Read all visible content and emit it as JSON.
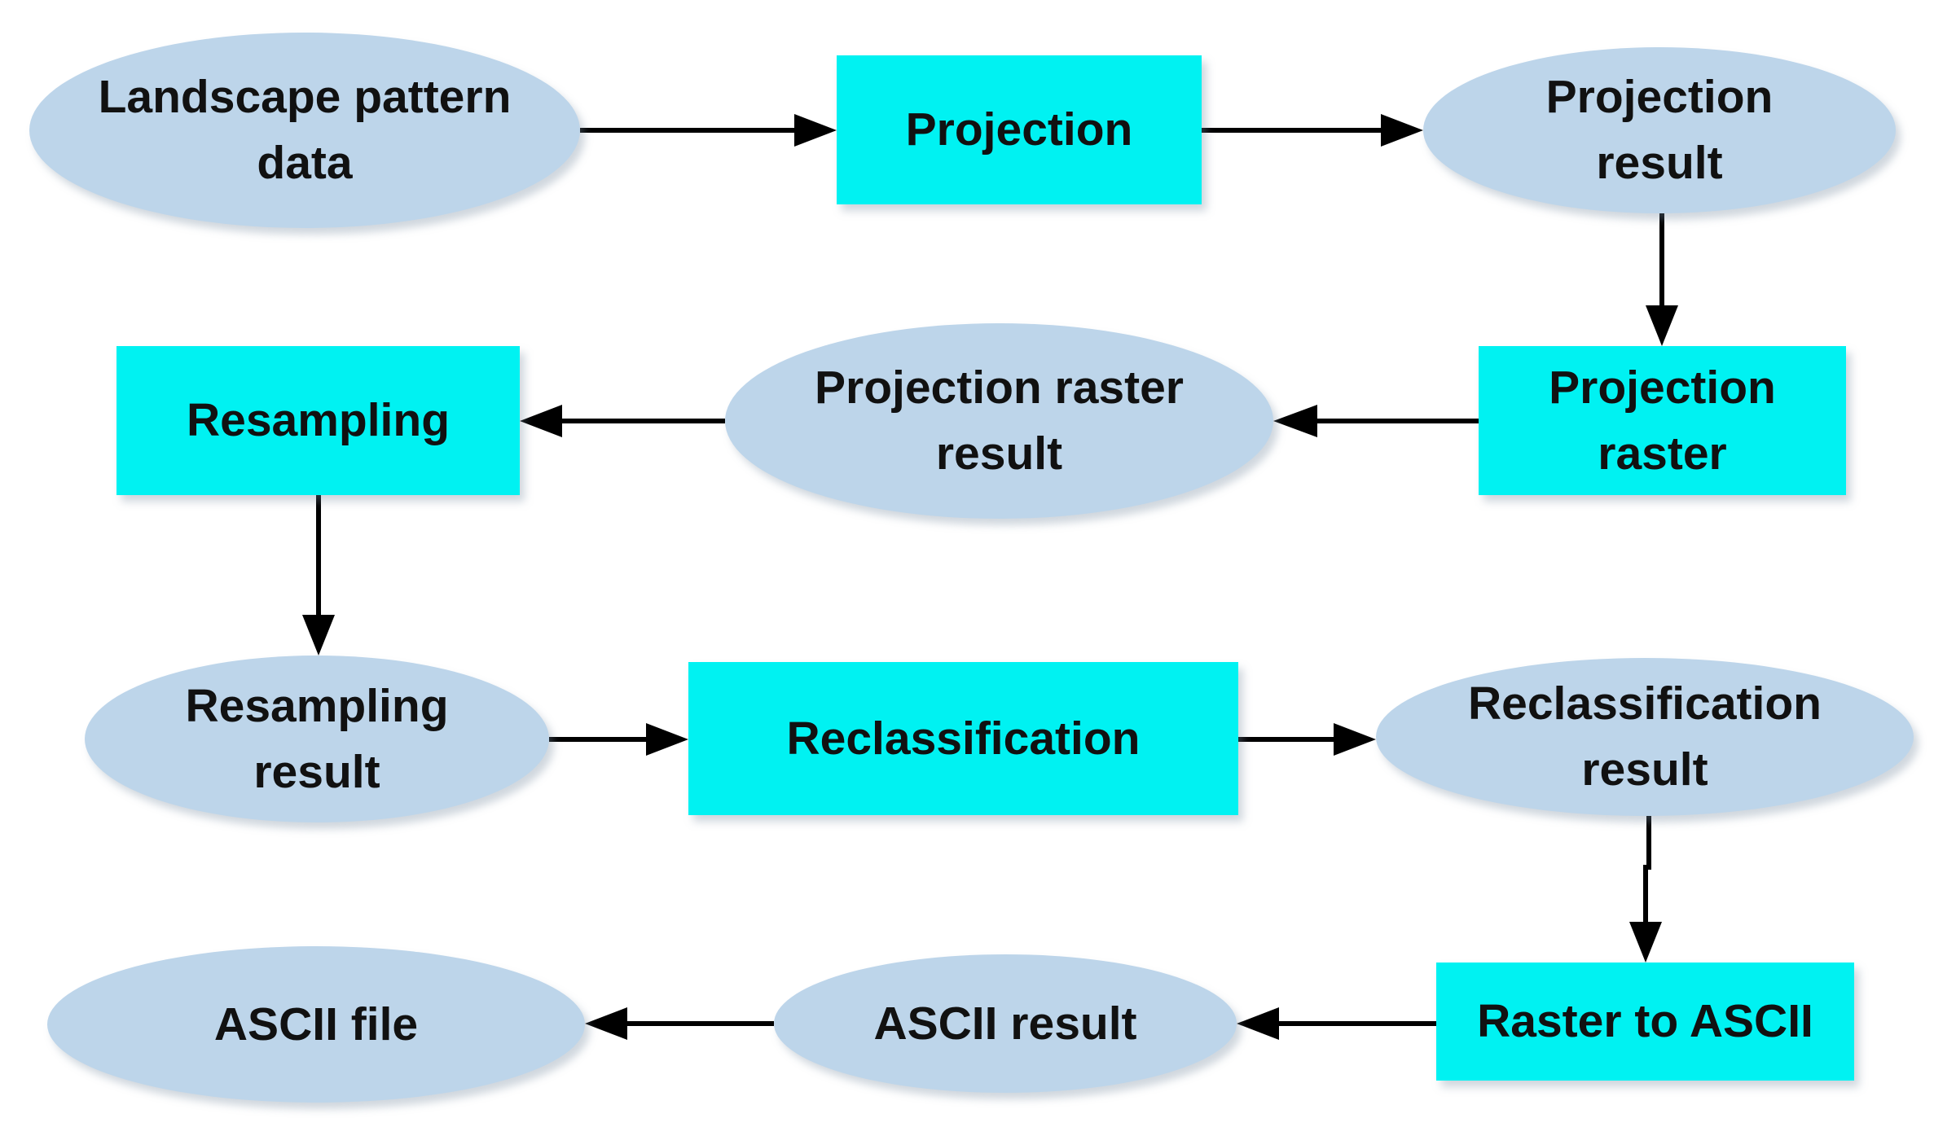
{
  "nodes": {
    "landscape_data": "Landscape pattern\ndata",
    "projection": "Projection",
    "projection_result": "Projection\nresult",
    "projection_raster": "Projection\nraster",
    "projection_raster_result": "Projection raster\nresult",
    "resampling": "Resampling",
    "resampling_result": "Resampling\nresult",
    "reclassification": "Reclassification",
    "reclassification_result": "Reclassification\nresult",
    "raster_to_ascii": "Raster to ASCII",
    "ascii_result": "ASCII result",
    "ascii_file": "ASCII file"
  },
  "colors": {
    "process_box": "#00f2f2",
    "data_ellipse": "#bdd5ea",
    "arrow": "#000000"
  }
}
